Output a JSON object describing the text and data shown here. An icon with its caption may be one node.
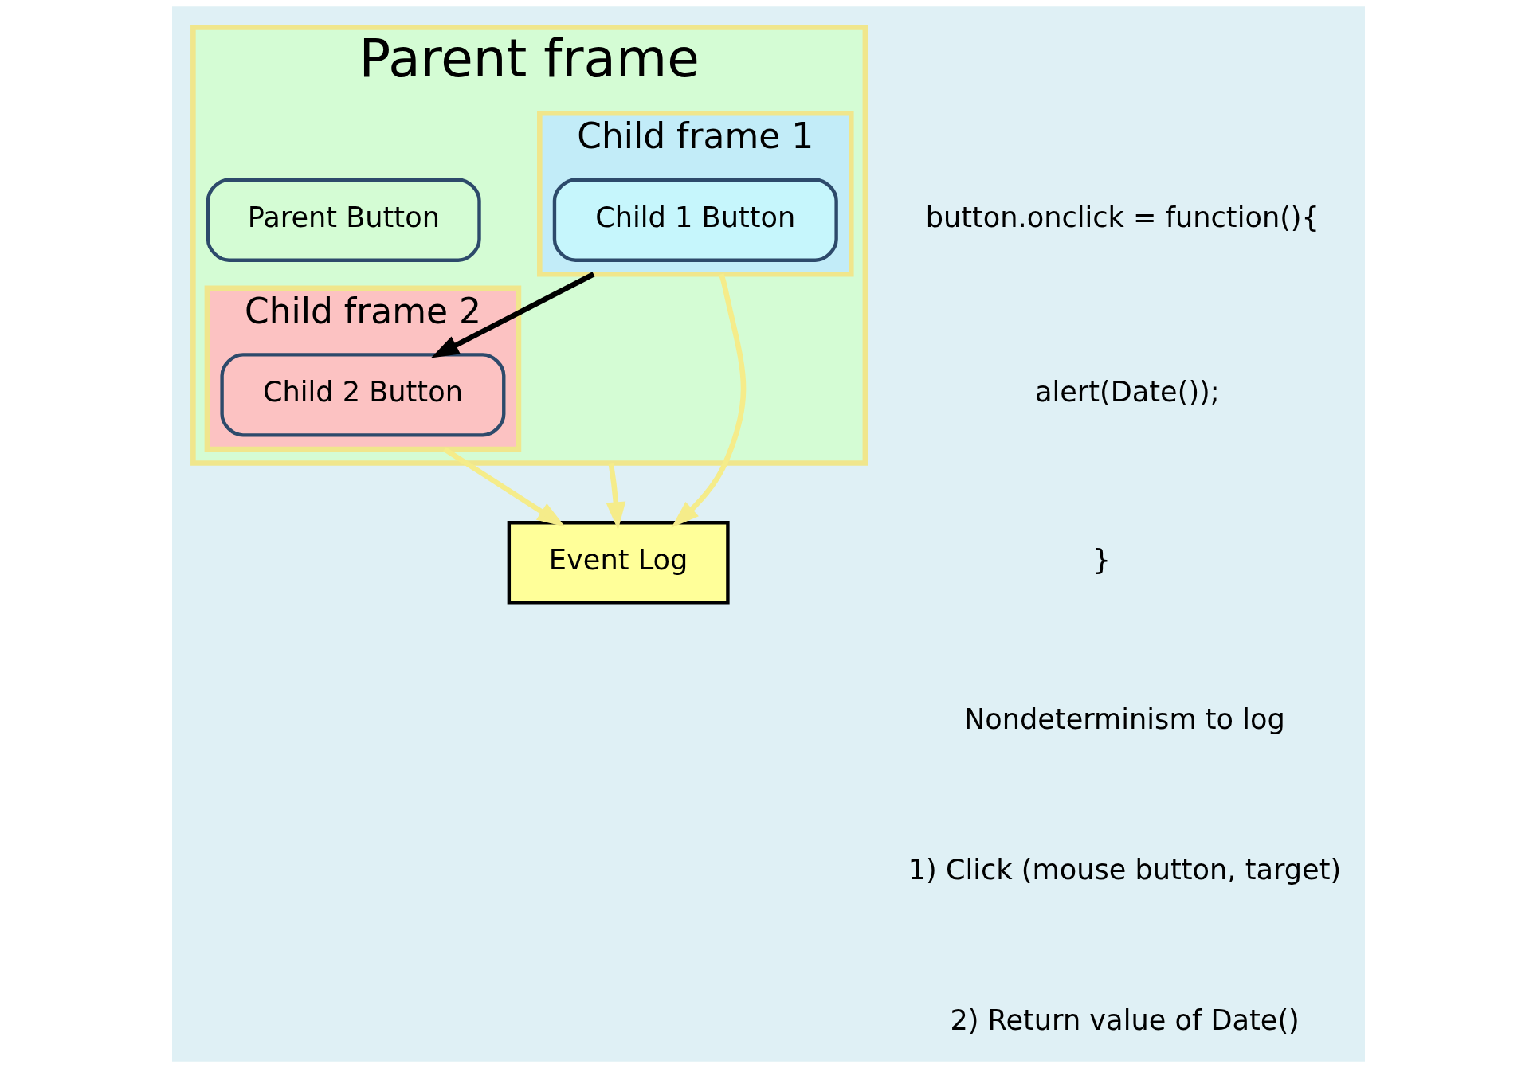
{
  "diagram": {
    "nodes": [
      {
        "text": [
          "Event Log"
        ]
      },
      {
        "text": [
          "Parent frame"
        ]
      },
      {
        "text": [
          "Parent Button"
        ],
        "in": 1
      },
      {
        "text": [
          "Child frame 1"
        ],
        "in": 1
      },
      {
        "text": [
          "Child 1 Button"
        ],
        "in": 3
      },
      {
        "text": [
          "Child frame 2"
        ],
        "in": 1
      },
      {
        "text": [
          "Child 2 Button"
        ],
        "in": 5
      }
    ],
    "edges": [
      {
        "from": 5,
        "to": 0,
        "arrow": "to"
      },
      {
        "from": 1,
        "to": 0,
        "arrow": "to"
      },
      {
        "from": 3,
        "to": 0,
        "arrow": "to"
      },
      {
        "from": 3,
        "to": 6,
        "arrow": "to",
        "color": "#000000"
      }
    ],
    "labels": [
      "button.onclick = function(){",
      "alert(Date());",
      "}",
      "Nondeterminism to log",
      "1) Click (mouse button, target)",
      "2) Return value of Date()"
    ]
  }
}
